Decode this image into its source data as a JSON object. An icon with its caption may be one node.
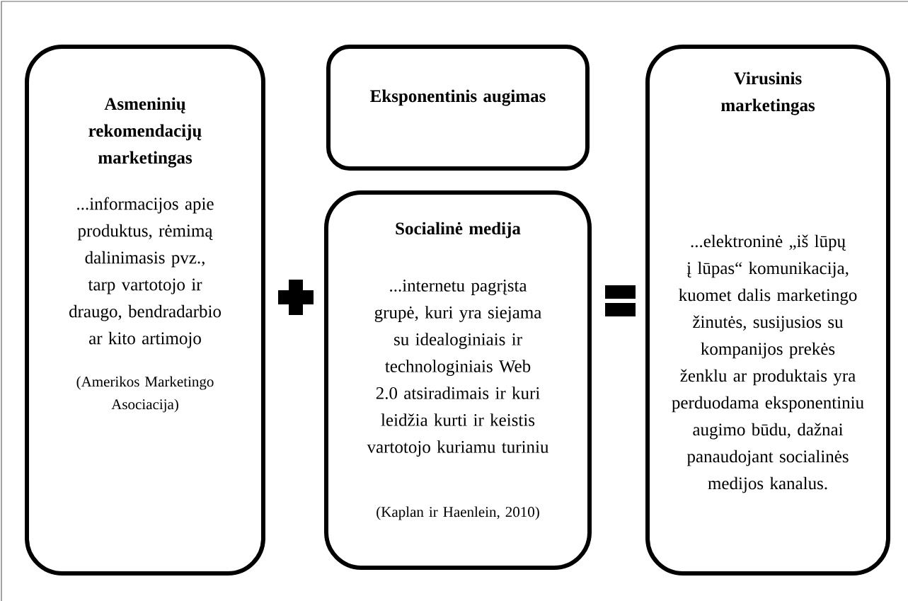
{
  "diagram": {
    "nodes": [
      {
        "text": [
          "Asmeninių rekomendacijų marketingas",
          "...informacijos apie produktus, rėmimą dalinimasis pvz., tarp vartotojo ir draugo, bendradarbio ar kito artimojo",
          "(Amerikos Marketingo Asociacija)"
        ]
      },
      {
        "text": [
          "Eksponentinis augimas"
        ]
      },
      {
        "text": [
          "Socialinė medija",
          "...internetu pagrįsta grupė, kuri yra siejama su idealoginiais ir technologiniais Web 2.0 atsiradimais ir kuri leidžia kurti ir keistis vartotojo kuriamu turiniu",
          "(Kaplan ir Haenlein, 2010)"
        ]
      },
      {
        "text": [
          "Virusinis marketingas",
          "...elektroninė „iš lūpų į lūpas“ komunikacija, kuomet dalis marketingo žinutės, susijusios su kompanijos prekės ženklu ar produktais yra perduodama eksponentiniu augimo būdu, dažnai panaudojant socialinės medijos kanalus."
        ]
      }
    ]
  }
}
